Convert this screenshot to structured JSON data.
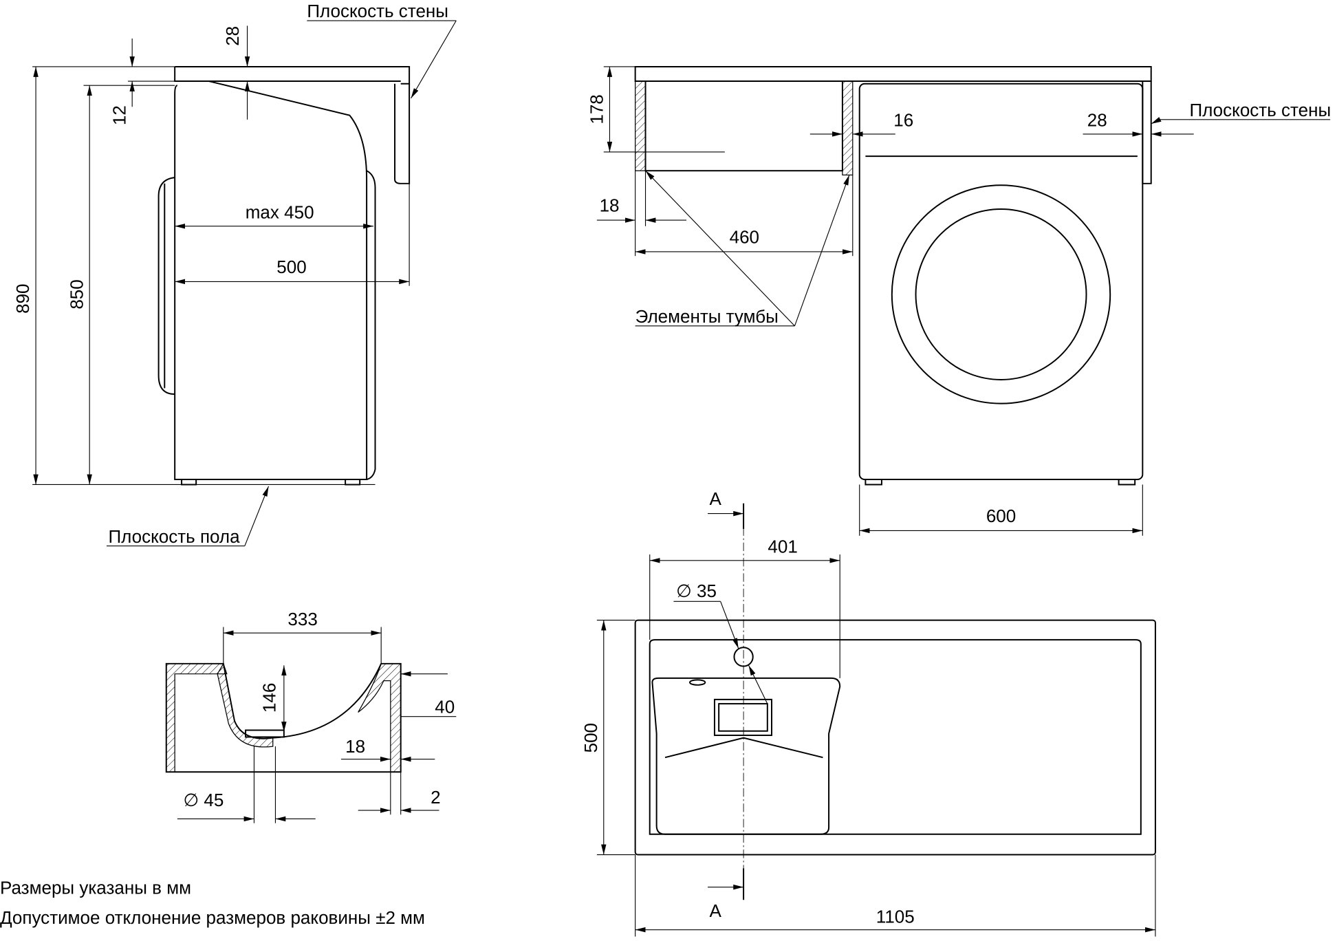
{
  "side_view": {
    "dim_890": "890",
    "dim_850": "850",
    "dim_28": "28",
    "dim_12": "12",
    "dim_max450": "max 450",
    "dim_500": "500",
    "wall_plane_label": "Плоскость стены",
    "floor_plane_label": "Плоскость пола"
  },
  "front_view": {
    "dim_178": "178",
    "dim_16": "16",
    "dim_28": "28",
    "dim_18": "18",
    "dim_460": "460",
    "dim_600": "600",
    "wall_plane_label": "Плоскость стены",
    "cabinet_elements_label": "Элементы тумбы"
  },
  "section_view": {
    "dim_333": "333",
    "dim_146": "146",
    "dim_40": "40",
    "dim_18": "18",
    "dim_2": "2",
    "dim_d45": "∅ 45"
  },
  "plan_view": {
    "section_mark_top": "A",
    "section_mark_bottom": "A",
    "dim_401": "401",
    "dim_d35": "∅ 35",
    "dim_500": "500",
    "dim_1105": "1105"
  },
  "notes": [
    "Размеры указаны в мм",
    "Допустимое отклонение размеров раковины ±2 мм"
  ]
}
